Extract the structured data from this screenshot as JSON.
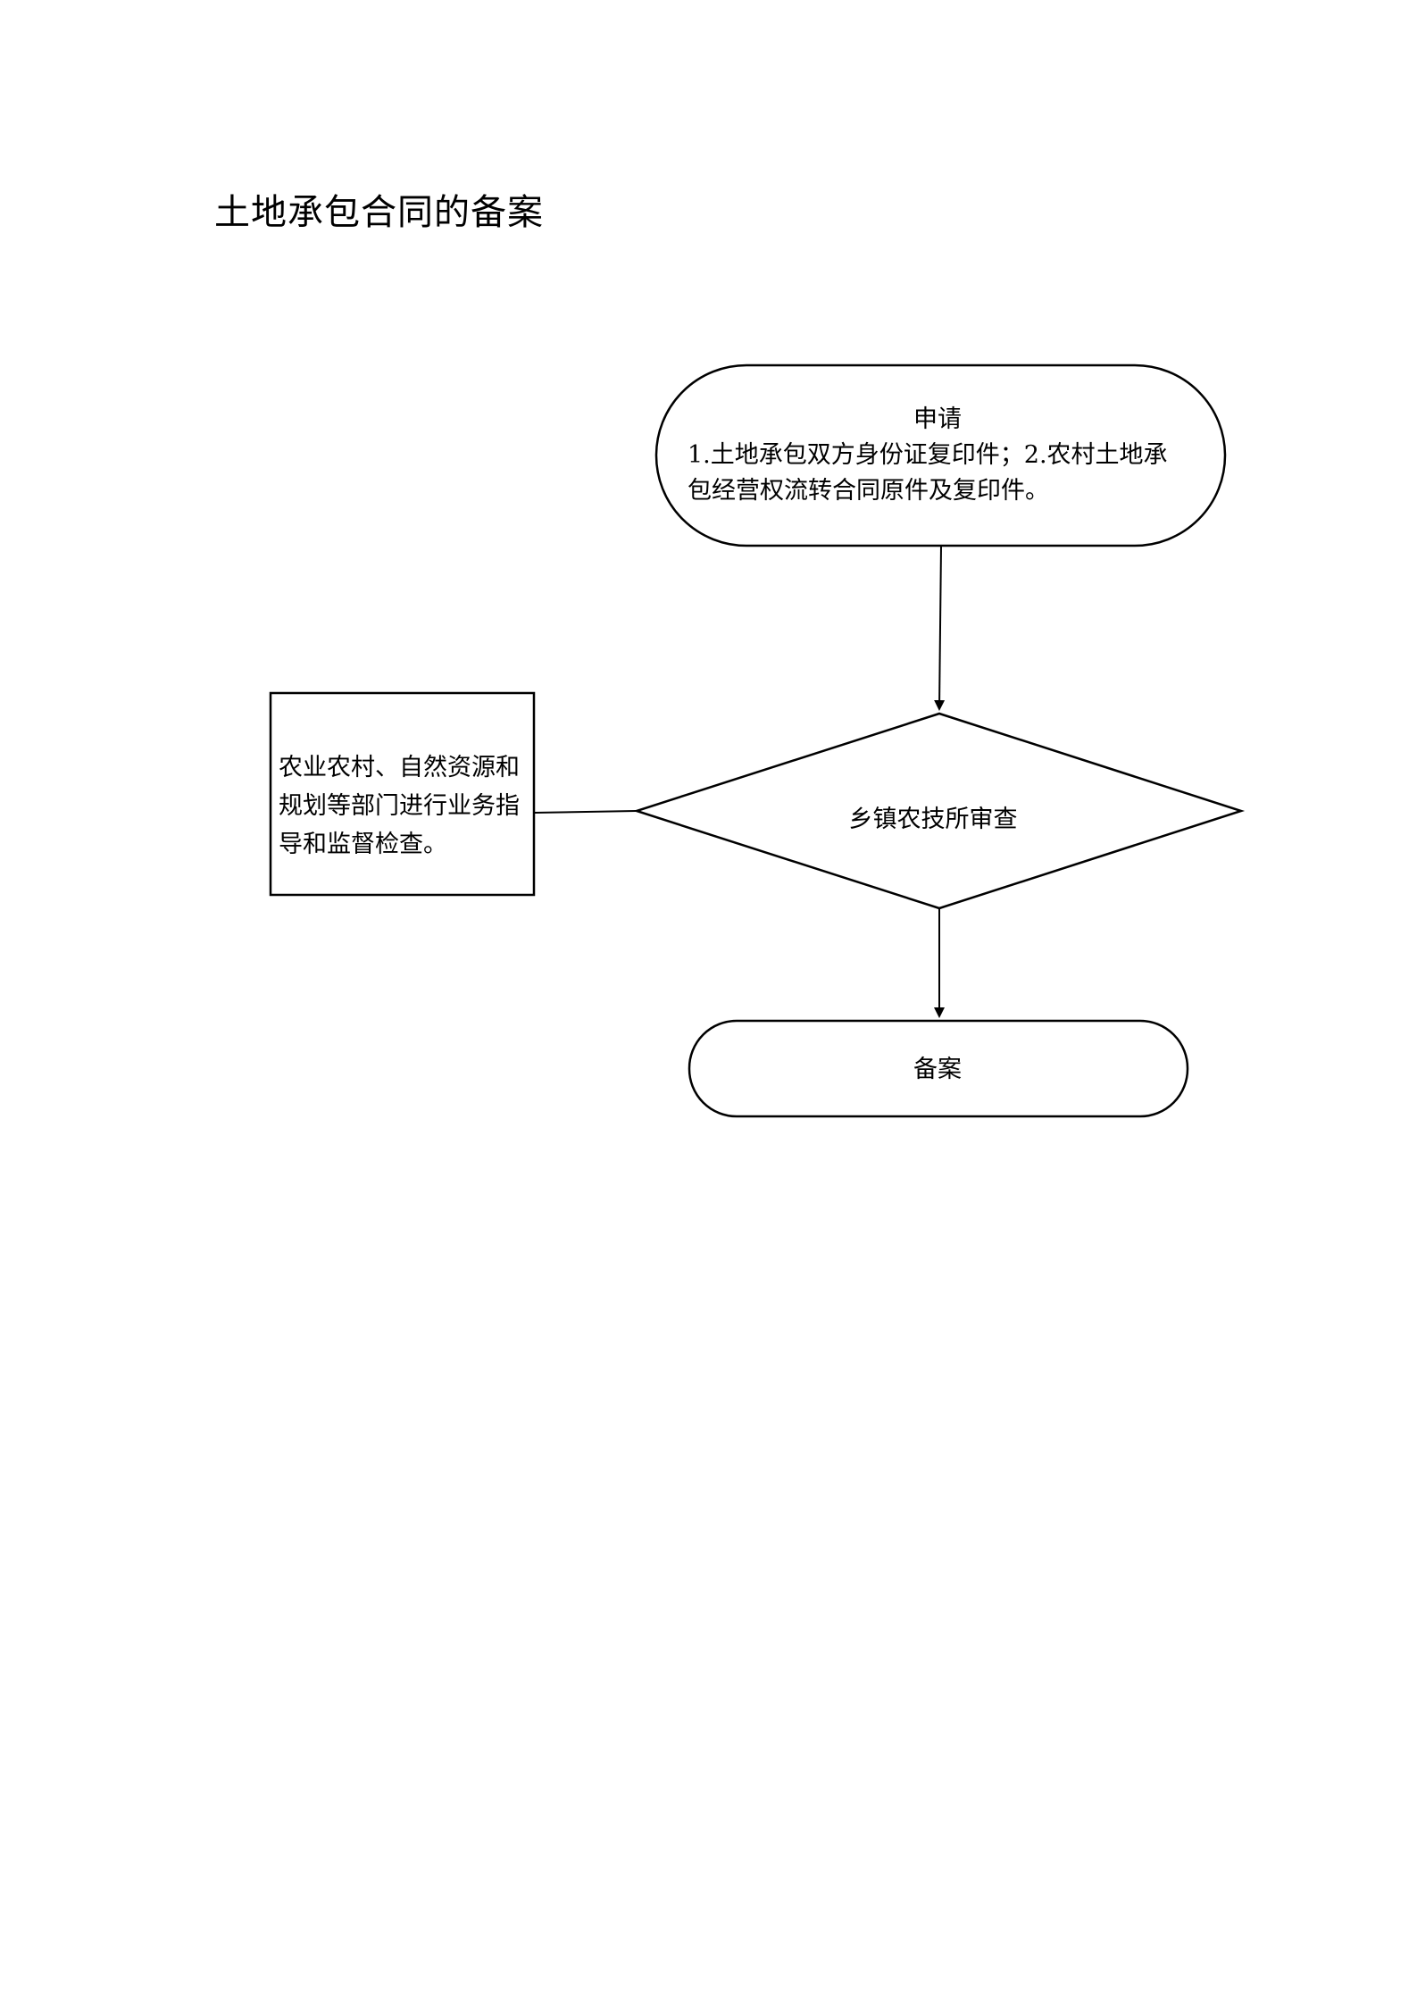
{
  "title": "土地承包合同的备案",
  "nodes": {
    "start": {
      "heading": "申请",
      "detail": "1.土地承包双方身份证复印件；2.农村土地承包经营权流转合同原件及复印件。"
    },
    "review": {
      "label": "乡镇农技所审查"
    },
    "supervision": {
      "label": "农业农村、自然资源和规划等部门进行业务指导和监督检查。"
    },
    "end": {
      "label": "备案"
    }
  },
  "edges": [
    {
      "from": "start",
      "to": "review",
      "arrow": true
    },
    {
      "from": "supervision",
      "to": "review",
      "arrow": false
    },
    {
      "from": "review",
      "to": "end",
      "arrow": true
    }
  ]
}
